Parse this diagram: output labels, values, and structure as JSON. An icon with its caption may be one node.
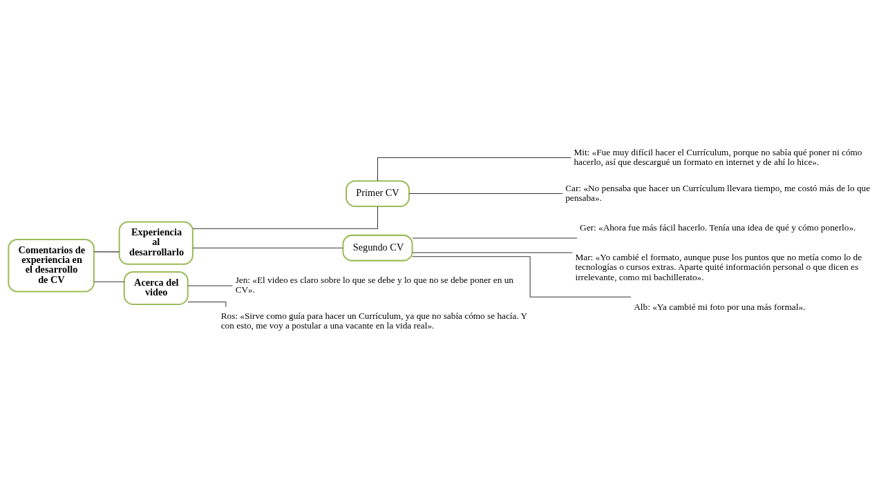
{
  "diagram": {
    "nodes": [
      {
        "text": [
          "Comentarios de experiencia en el desarrollo de CV"
        ]
      },
      {
        "text": [
          "Experiencia al desarrollarlo"
        ]
      },
      {
        "text": [
          "Primer CV"
        ]
      },
      {
        "text": [
          "Segundo CV"
        ]
      },
      {
        "text": [
          "Acerca del video"
        ]
      },
      {
        "text": [
          "Mit: «Fue muy difícil hacer el Currículum, porque no sabía qué poner ni cómo hacerlo, así que descargué un formato en internet y de ahí lo hice»."
        ]
      },
      {
        "text": [
          "Car: «No pensaba que hacer un Currículum llevara tiempo, me costó más de lo que pensaba»."
        ]
      },
      {
        "text": [
          "Ger: «Ahora fue más fácil hacerlo. Tenía una idea de qué y cómo ponerlo»."
        ]
      },
      {
        "text": [
          "Mar: «Yo cambié el formato, aunque puse los puntos que no metía como lo de tecnologías o cursos extras. Aparte quité información personal o que dicen es irrelevante, como mi bachillerato»."
        ]
      },
      {
        "text": [
          "Alb: «Ya cambié mi foto por una más formal»."
        ]
      },
      {
        "text": [
          "Jen: «El video es claro sobre lo que se debe y lo que no se debe poner en un CV»."
        ]
      },
      {
        "text": [
          "Ros: «Sirve como guía para hacer un Currículum, ya que no sabía cómo se hacía. Y con esto, me voy a postular a una vacante en la vida real»."
        ]
      }
    ],
    "edges": [
      {
        "from": 0,
        "to": 1,
        "arrow": "none"
      },
      {
        "from": 0,
        "to": 4,
        "arrow": "none"
      },
      {
        "from": 1,
        "to": 2,
        "arrow": "none"
      },
      {
        "from": 1,
        "to": 3,
        "arrow": "none"
      },
      {
        "from": 2,
        "to": 5,
        "arrow": "none"
      },
      {
        "from": 2,
        "to": 6,
        "arrow": "none"
      },
      {
        "from": 3,
        "to": 7,
        "arrow": "none"
      },
      {
        "from": 3,
        "to": 8,
        "arrow": "none"
      },
      {
        "from": 3,
        "to": 9,
        "arrow": "none"
      },
      {
        "from": 4,
        "to": 10,
        "arrow": "none"
      },
      {
        "from": 4,
        "to": 11,
        "arrow": "none"
      }
    ]
  }
}
